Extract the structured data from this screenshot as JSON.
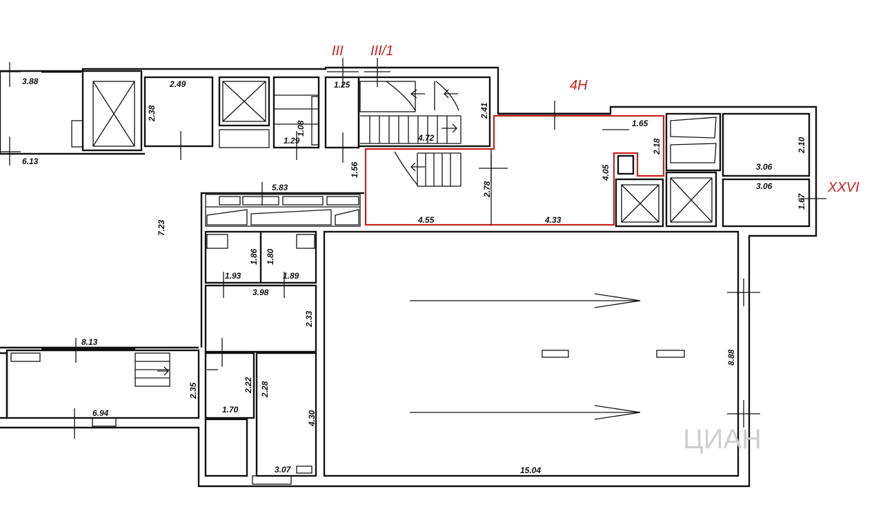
{
  "labels": {
    "stair_3": "III",
    "stair_3_1": "III/1",
    "unit_4n": "4Н",
    "section_26": "XXVI"
  },
  "dimensions": {
    "d388": "3.88",
    "d613": "6.13",
    "d249": "2.49",
    "d238": "2.38",
    "d125": "1.25",
    "d108": "1.08",
    "d129": "1.29",
    "d472": "4.72",
    "d241": "2.41",
    "d156": "1.56",
    "d583": "5.83",
    "d723": "7.23",
    "d278": "2.78",
    "d455": "4.55",
    "d433": "4.33",
    "d405": "4.05",
    "d165": "1.65",
    "d218": "2.18",
    "d210": "2.10",
    "d306a": "3.06",
    "d306b": "3.06",
    "d167": "1.67",
    "d186": "1.86",
    "d180": "1.80",
    "d193": "1.93",
    "d189": "1.89",
    "d398": "3.98",
    "d233": "2.33",
    "d813": "8.13",
    "d694": "6.94",
    "d235": "2.35",
    "d222": "2.22",
    "d228": "2.28",
    "d170": "1.70",
    "d430": "4.30",
    "d307": "3.07",
    "d1504": "15.04",
    "d888": "8.88"
  },
  "colors": {
    "walls": "#111111",
    "highlight": "#c8201e",
    "watermark": "#cfcfcf"
  },
  "watermark": "ЦИАН"
}
